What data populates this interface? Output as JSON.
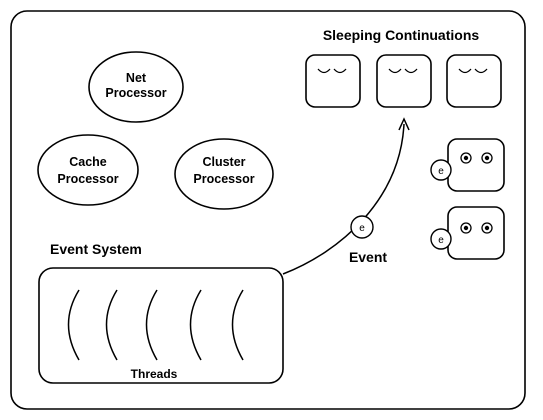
{
  "diagram": {
    "processors": [
      {
        "line1": "Net",
        "line2": "Processor"
      },
      {
        "line1": "Cache",
        "line2": "Processor"
      },
      {
        "line1": "Cluster",
        "line2": "Processor"
      }
    ],
    "sleeping_continuations": {
      "title": "Sleeping Continuations",
      "count": 3
    },
    "active_continuations": {
      "count": 2,
      "event_glyph": "e"
    },
    "event_system": {
      "title": "Event System",
      "threads_label": "Threads",
      "thread_count": 5
    },
    "event": {
      "label": "Event",
      "glyph": "e"
    }
  }
}
